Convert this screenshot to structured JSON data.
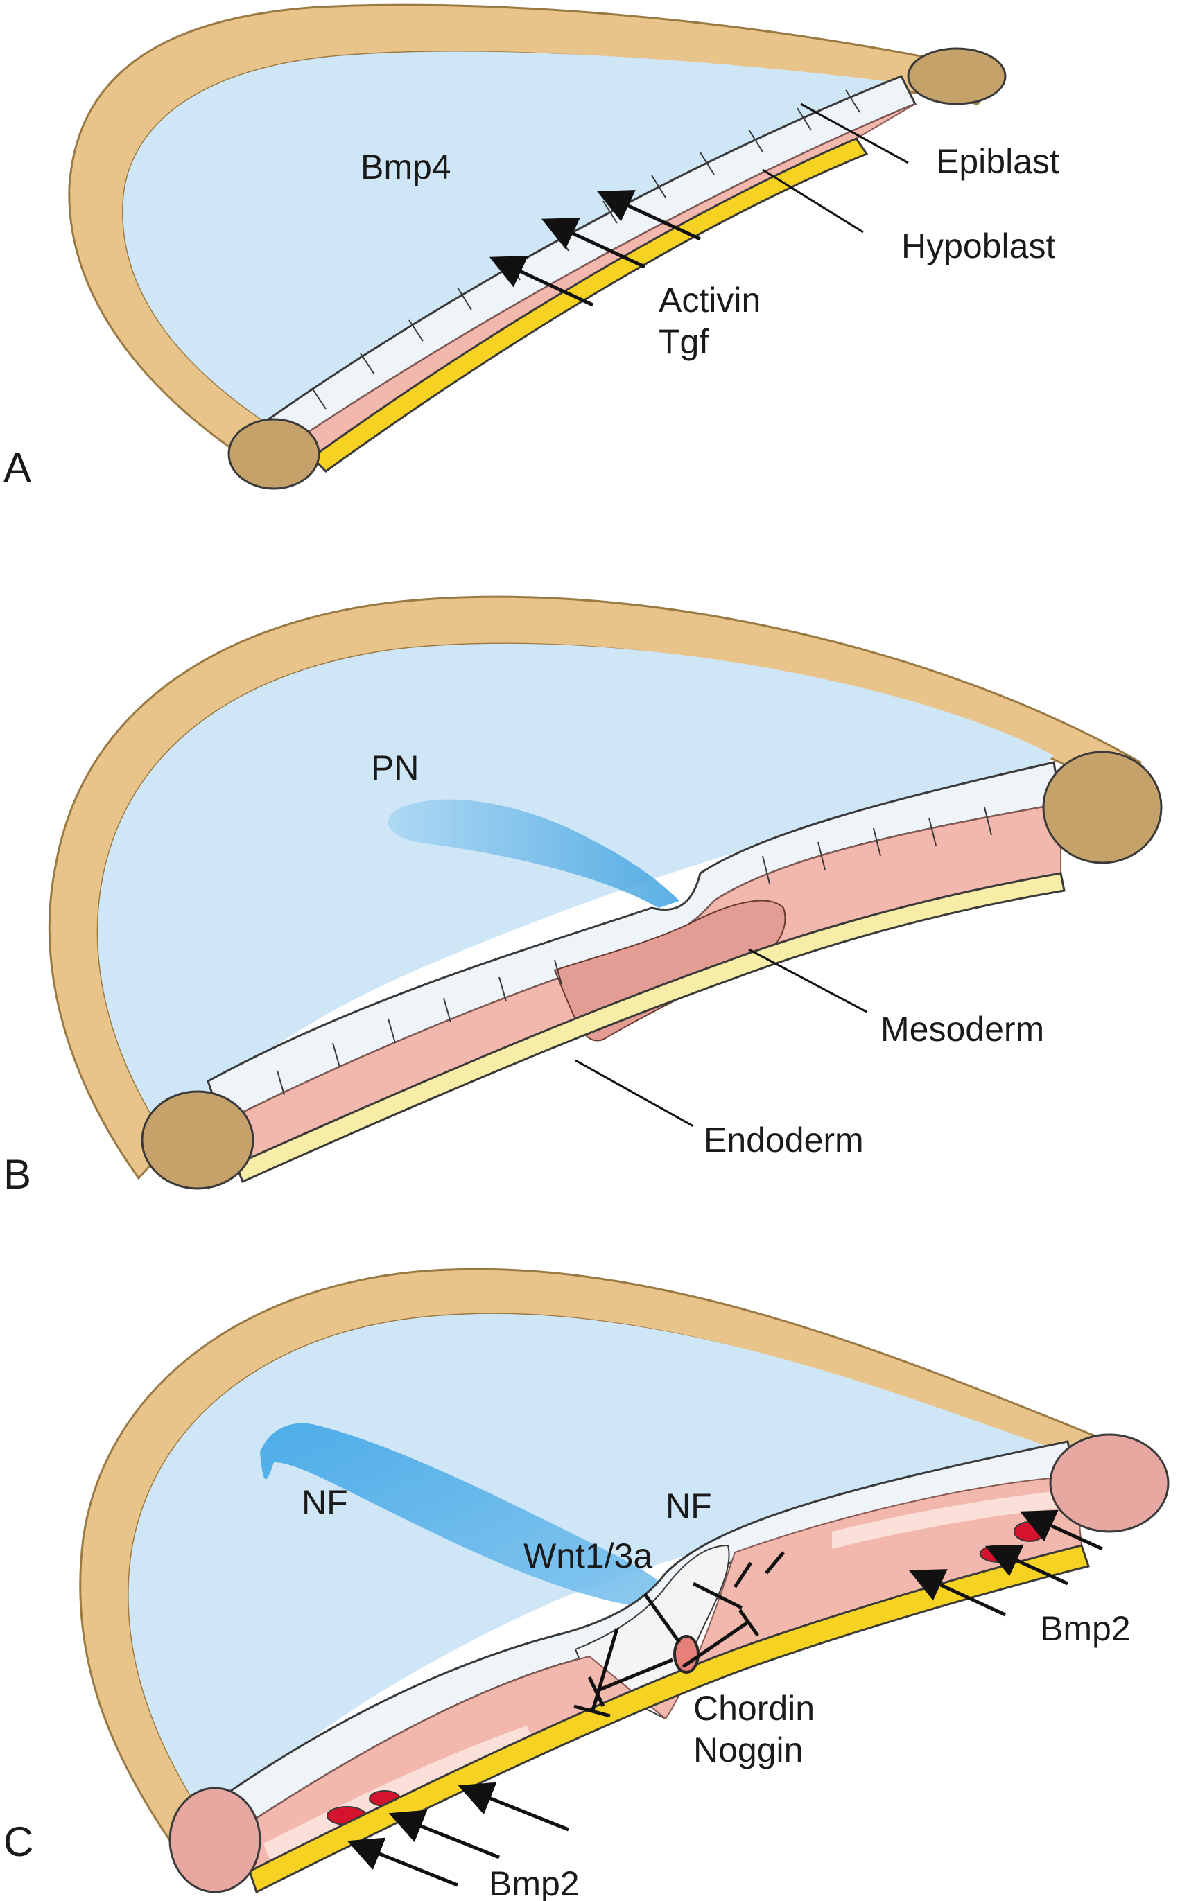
{
  "colors": {
    "shell": "#e8c48a",
    "shell_stroke": "#9a7a44",
    "cavity": "#cfe6f6",
    "epiblast": "#eef4f8",
    "mesoderm": "#f2b7ad",
    "hypoblast_yellow": "#f6d323",
    "endoderm_pale": "#f8eda6",
    "cell_stroke": "#3a3a3a",
    "signal_blue": "#4aa9e3",
    "red": "#d4142f"
  },
  "panels": {
    "a": {
      "letter": "A",
      "labels": {
        "bmp4": "Bmp4",
        "epiblast": "Epiblast",
        "hypoblast": "Hypoblast",
        "activin": "Activin",
        "tgf": "Tgf"
      }
    },
    "b": {
      "letter": "B",
      "labels": {
        "pn": "PN",
        "mesoderm": "Mesoderm",
        "endoderm": "Endoderm"
      }
    },
    "c": {
      "letter": "C",
      "labels": {
        "nf_left": "NF",
        "nf_right": "NF",
        "wnt": "Wnt1/3a",
        "chordin": "Chordin",
        "noggin": "Noggin",
        "bmp2_right": "Bmp2",
        "bmp2_bottom": "Bmp2"
      }
    }
  }
}
